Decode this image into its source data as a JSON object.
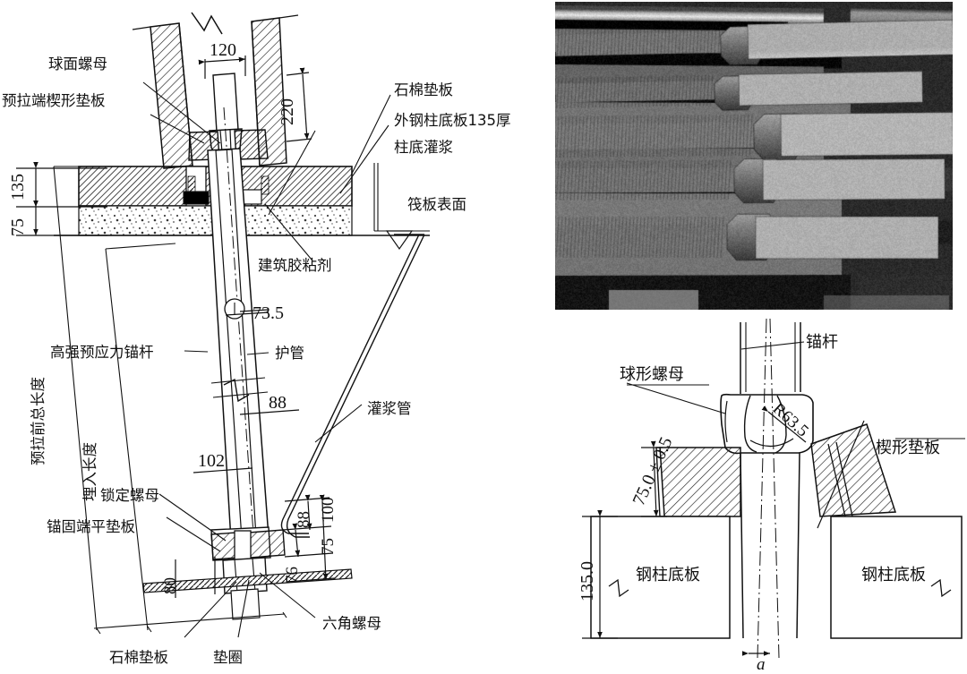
{
  "figure": {
    "domain": "engineering-detail-drawing",
    "panels": [
      "section-detail-left",
      "photo-top-right",
      "nut-detail-bottom-right"
    ]
  },
  "left_panel": {
    "name": "prestressed-anchor-bolt-section",
    "labels": {
      "spherical_nut": "球面螺母",
      "pretension_wedge_plate": "预拉端楔形垫板",
      "asbestos_pad_top": "石棉垫板",
      "outer_steel_column_base_plate": "外钢柱底板135厚",
      "column_base_grouting": "柱底灌浆",
      "raft_surface": "筏板表面",
      "construction_adhesive": "建筑胶粘剂",
      "high_strength_prestressed_anchor": "高强预应力锚杆",
      "sheath_pipe": "护管",
      "grouting_pipe": "灌浆管",
      "locking_nut": "锁定螺母",
      "anchorage_end_flat_plate": "锚固端平垫板",
      "hex_nut": "六角螺母",
      "asbestos_pad_bottom": "石棉垫板",
      "washer": "垫圈",
      "total_length_before_pretension": "预拉前总长度",
      "embedded_length": "埋入长度"
    },
    "dimensions": {
      "top_width": "120",
      "top_height": "220",
      "plate_thickness": "135",
      "grout_thickness": "75",
      "rod_d1": "73.5",
      "rod_d2": "88",
      "rod_d3": "102",
      "bottom_a": "88",
      "bottom_b": "75",
      "bottom_c": "100",
      "bottom_d": "76",
      "bottom_e": "80"
    }
  },
  "photo_panel": {
    "name": "anchor-rod-photograph",
    "caption": "",
    "description": "stack of threaded high-strength anchor rods with hexagonal couplers"
  },
  "right_panel": {
    "name": "spherical-nut-wedge-plate-detail",
    "labels": {
      "anchor_rod": "锚杆",
      "spherical_nut": "球形螺母",
      "wedge_plate": "楔形垫板",
      "steel_column_base_plate_left": "钢柱底板",
      "steel_column_base_plate_right": "钢柱底板"
    },
    "dimensions": {
      "wedge_height": "75.0 ± 0.5",
      "base_plate_thickness": "135.0",
      "sphere_radius": "R63.5",
      "tilt_angle": "a"
    }
  },
  "colors": {
    "line": "#111111",
    "hatch": "#333333",
    "grout_speckle": "#555555",
    "paper": "#ffffff"
  }
}
